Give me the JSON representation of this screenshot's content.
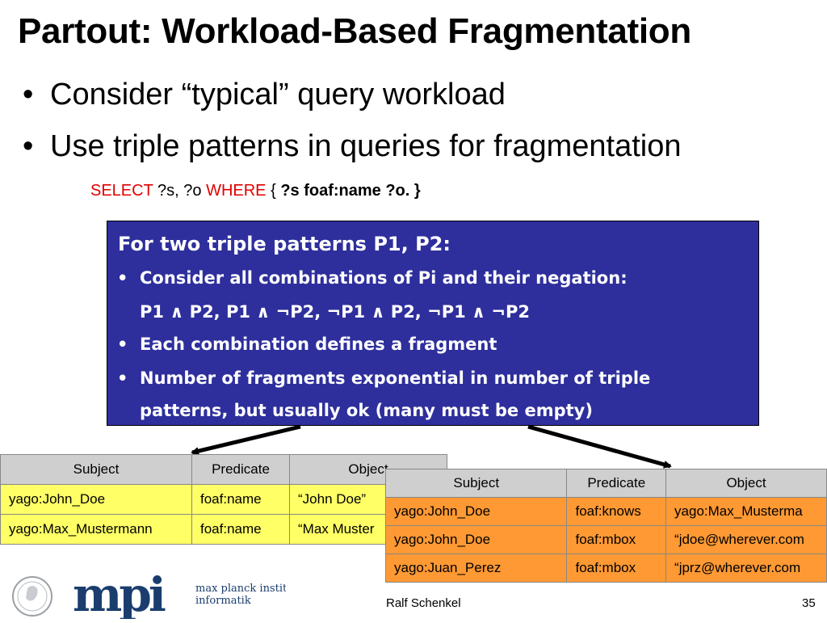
{
  "slide": {
    "title": "Partout: Workload-Based Fragmentation",
    "bullets": [
      "Consider “typical” query workload",
      "Use triple patterns in queries for fragmentation"
    ],
    "bullet_char": "•"
  },
  "query": {
    "select_kw": "SELECT",
    "vars": " ?s, ?o ",
    "where_kw": "WHERE",
    "brace_open": " { ",
    "pattern": "?s foaf:name ?o. }"
  },
  "box": {
    "heading": "For two triple patterns P1, P2:",
    "item1": "Consider all combinations of Pi and their negation:",
    "item1_cont": "P1 ∧ P2, P1 ∧ ¬P2, ¬P1 ∧ P2, ¬P1 ∧ ¬P2",
    "item2": "Each combination defines a fragment",
    "item3": "Number of fragments exponential in number of triple",
    "item3_cont": "patterns, but usually ok (many must be empty)",
    "bullet_char": "•"
  },
  "table_left": {
    "headers": [
      "Subject",
      "Predicate",
      "Object"
    ],
    "rows": [
      [
        "yago:John_Doe",
        "foaf:name",
        "“John Doe”"
      ],
      [
        "yago:Max_Mustermann",
        "foaf:name",
        "“Max Muster"
      ]
    ]
  },
  "table_right": {
    "headers": [
      "Subject",
      "Predicate",
      "Object"
    ],
    "rows": [
      [
        "yago:John_Doe",
        "foaf:knows",
        "yago:Max_Musterma"
      ],
      [
        "yago:John_Doe",
        "foaf:mbox",
        "“jdoe@wherever.com"
      ],
      [
        "yago:Juan_Perez",
        "foaf:mbox",
        "“jprz@wherever.com"
      ]
    ]
  },
  "footer": {
    "logo_letters": "mpi",
    "logo_line1": "max planck institut",
    "logo_line2": "informatik",
    "author": "Ralf Schenkel",
    "page_number": "35"
  },
  "colors": {
    "box_bg": "#2e2f9c",
    "keyword_red": "#e00000",
    "left_table_fill": "#ffff66",
    "right_table_fill": "#ff9933",
    "header_fill": "#cfcfcf",
    "logo_blue": "#1a3d6e"
  }
}
